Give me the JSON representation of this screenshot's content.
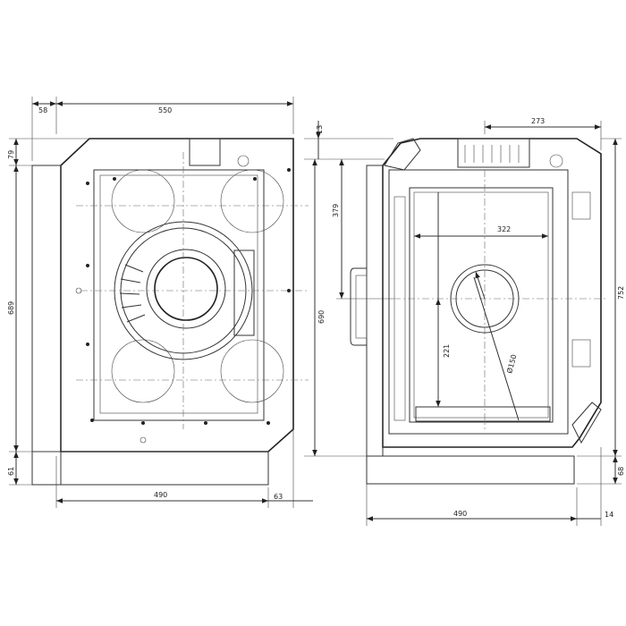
{
  "left_view": {
    "dim_top_left": "58",
    "dim_top_width": "550",
    "dim_upper_left": "79",
    "dim_height": "689",
    "dim_bottom_left": "61",
    "dim_bottom_width": "490",
    "dim_bottom_right": "63"
  },
  "right_view": {
    "dim_top_small": "13",
    "dim_top_right": "273",
    "dim_upper": "379",
    "dim_inner_width": "322",
    "dim_height": "690",
    "dim_full_height": "752",
    "dim_lower": "221",
    "dim_diameter": "Ø150",
    "dim_bottom_right": "68",
    "dim_bottom_width": "490",
    "dim_bottom_small": "14"
  }
}
